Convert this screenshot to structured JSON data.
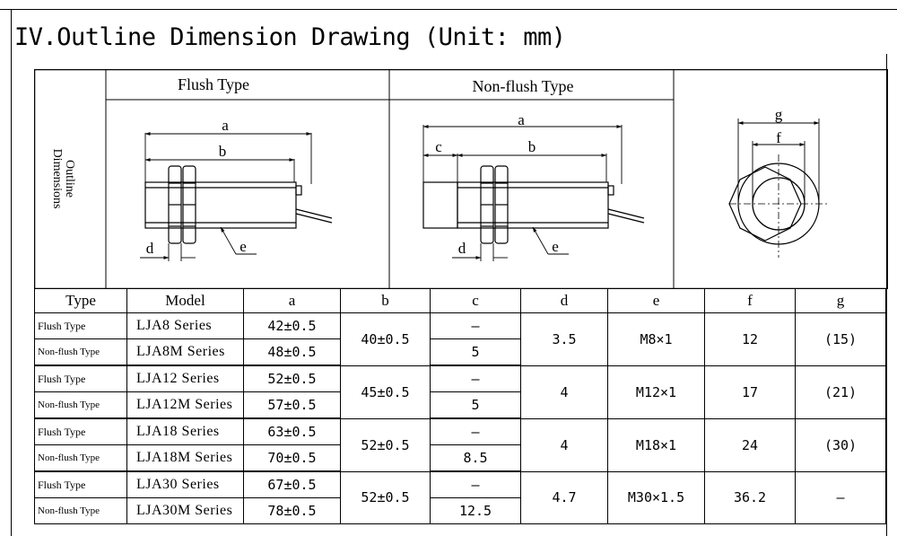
{
  "title": "IV.Outline Dimension Drawing (Unit: mm)",
  "drawing": {
    "side_label_line1": "Outline",
    "side_label_line2": "Dimensions",
    "flush_header": "Flush Type",
    "nonflush_header": "Non-flush Type",
    "flush_labels": {
      "a": "a",
      "b": "b",
      "d": "d",
      "e": "e"
    },
    "nonflush_labels": {
      "a": "a",
      "b": "b",
      "c": "c",
      "d": "d",
      "e": "e"
    },
    "front_labels": {
      "g": "g",
      "f": "f"
    }
  },
  "table": {
    "headers": {
      "type": "Type",
      "model": "Model",
      "a": "a",
      "b": "b",
      "c": "c",
      "d": "d",
      "e": "e",
      "f": "f",
      "g": "g"
    },
    "rows": [
      {
        "type": "Flush Type",
        "model": "LJA8 Series",
        "a": "42±0.5",
        "b": "40±0.5",
        "c": "—",
        "d": "3.5",
        "e": "M8×1",
        "f": "12",
        "g": "(15)"
      },
      {
        "type": "Non-flush Type",
        "model": "LJA8M Series",
        "a": "48±0.5",
        "c": "5"
      },
      {
        "type": "Flush Type",
        "model": "LJA12 Series",
        "a": "52±0.5",
        "b": "45±0.5",
        "c": "—",
        "d": "4",
        "e": "M12×1",
        "f": "17",
        "g": "(21)"
      },
      {
        "type": "Non-flush Type",
        "model": "LJA12M Series",
        "a": "57±0.5",
        "c": "5"
      },
      {
        "type": "Flush Type",
        "model": "LJA18 Series",
        "a": "63±0.5",
        "b": "52±0.5",
        "c": "—",
        "d": "4",
        "e": "M18×1",
        "f": "24",
        "g": "(30)"
      },
      {
        "type": "Non-flush Type",
        "model": "LJA18M Series",
        "a": "70±0.5",
        "c": "8.5"
      },
      {
        "type": "Flush Type",
        "model": "LJA30 Series",
        "a": "67±0.5",
        "b": "52±0.5",
        "c": "—",
        "d": "4.7",
        "e": "M30×1.5",
        "f": "36.2",
        "g": "—"
      },
      {
        "type": "Non-flush Type",
        "model": "LJA30M Series",
        "a": "78±0.5",
        "c": "12.5"
      }
    ]
  }
}
